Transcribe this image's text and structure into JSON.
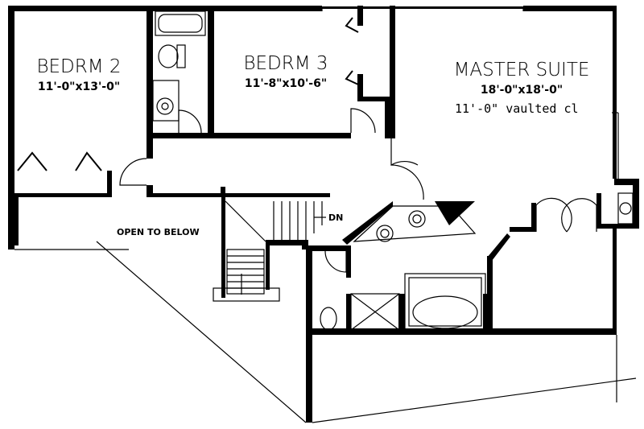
{
  "rooms": {
    "bedroom2": {
      "name": "BEDRM 2",
      "dims": "11'-0\"x13'-0\""
    },
    "bedroom3": {
      "name": "BEDRM 3",
      "dims": "11'-8\"x10'-6\""
    },
    "master": {
      "name": "MASTER SUITE",
      "dims": "18'-0\"x18'-0\"",
      "ceiling_note": "11'-0\" vaulted cl"
    }
  },
  "labels": {
    "open_to_below": "OPEN TO BELOW",
    "stair_down": "DN"
  }
}
